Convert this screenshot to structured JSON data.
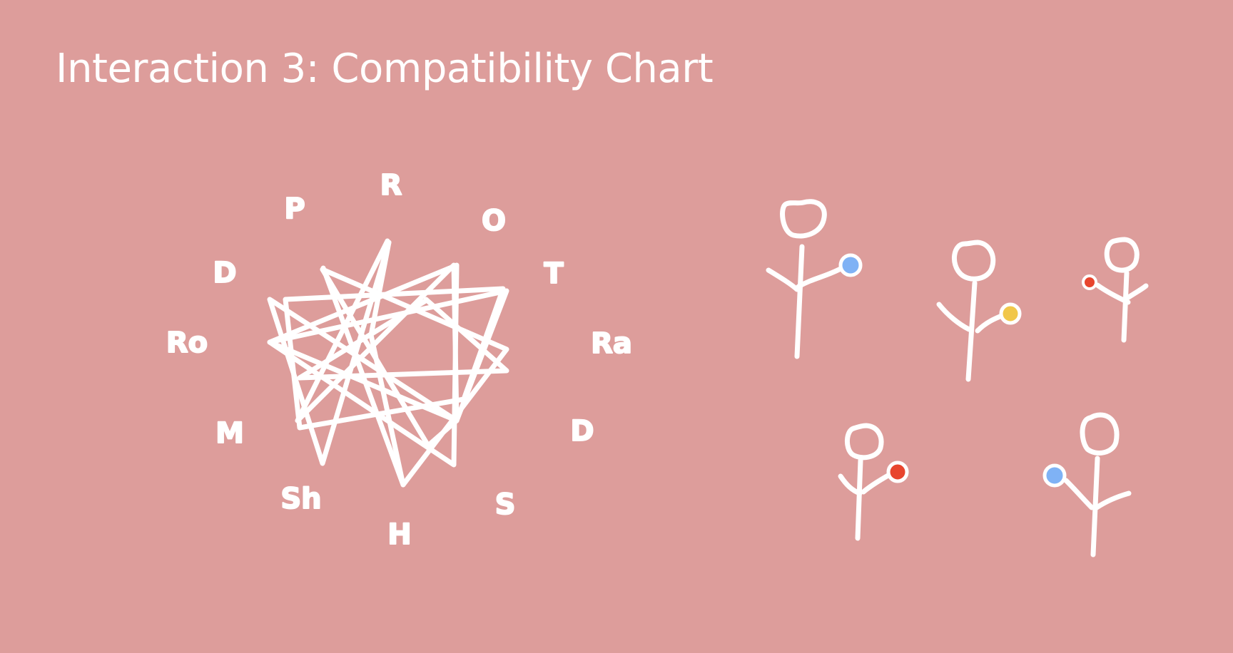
{
  "slide": {
    "title": "Interaction 3: Compatibility Chart"
  },
  "wheel": {
    "labels": [
      "R",
      "O",
      "T",
      "Ra",
      "D",
      "S",
      "H",
      "Sh",
      "M",
      "Ro",
      "D",
      "P"
    ]
  },
  "figures": [
    {
      "ball_color": "#7fb2f5"
    },
    {
      "ball_color": "#f1c74a"
    },
    {
      "ball_color": "#e8452e"
    },
    {
      "ball_color": "#e8452e"
    },
    {
      "ball_color": "#7fb2f5"
    }
  ],
  "colors": {
    "background": "#dd9d9b",
    "ink": "#ffffff"
  }
}
